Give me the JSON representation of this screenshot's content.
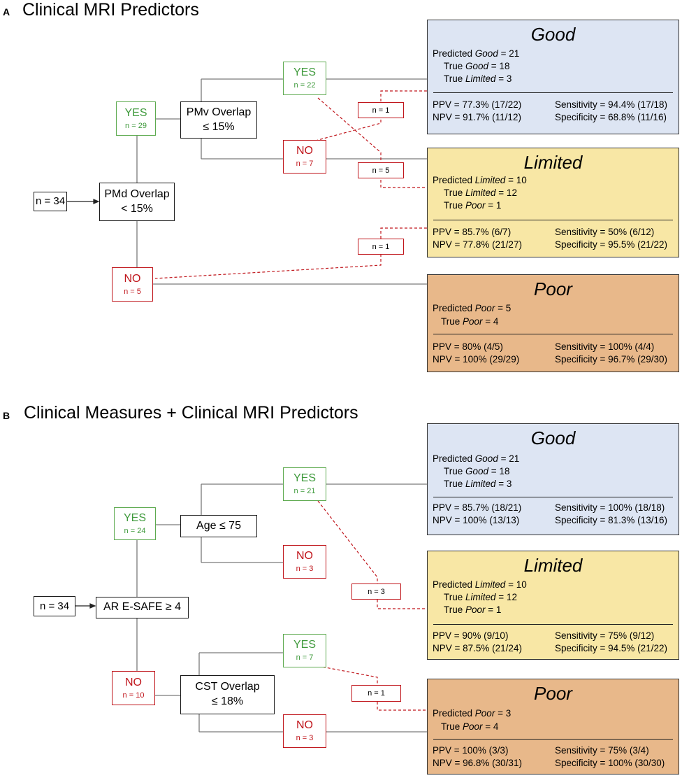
{
  "panels": [
    {
      "letter": "A",
      "title": "Clinical MRI Predictors",
      "start": "n = 34",
      "root": [
        "PMd Overlap",
        "< 15%"
      ],
      "branch_node": [
        "PMv Overlap",
        "≤ 15%"
      ],
      "yes1": {
        "label": "YES",
        "n": "n = 29"
      },
      "yes2": {
        "label": "YES",
        "n": "n = 22"
      },
      "no2": {
        "label": "NO",
        "n": "n = 7"
      },
      "no1": {
        "label": "NO",
        "n": "n = 5"
      },
      "miss": [
        "n = 1",
        "n = 5",
        "n = 1"
      ],
      "outcomes": [
        {
          "title": "Good",
          "predicted": "Predicted Good = 21",
          "trues": [
            "True Good = 18",
            "True Limited = 3"
          ],
          "ppv": "PPV = 77.3% (17/22)",
          "npv": "NPV = 91.7% (11/12)",
          "sens": "Sensitivity = 94.4% (17/18)",
          "spec": "Specificity = 68.8% (11/16)"
        },
        {
          "title": "Limited",
          "predicted": "Predicted Limited = 10",
          "trues": [
            "True Limited = 12",
            "True Poor = 1"
          ],
          "ppv": "PPV = 85.7% (6/7)",
          "npv": "NPV = 77.8% (21/27)",
          "sens": "Sensitivity = 50% (6/12)",
          "spec": "Specificity = 95.5% (21/22)"
        },
        {
          "title": "Poor",
          "predicted": "Predicted Poor = 5",
          "trues": [
            "True Poor = 4"
          ],
          "ppv": "PPV = 80% (4/5)",
          "npv": "NPV = 100% (29/29)",
          "sens": "Sensitivity = 100% (4/4)",
          "spec": "Specificity = 96.7% (29/30)"
        }
      ]
    },
    {
      "letter": "B",
      "title": "Clinical Measures + Clinical MRI Predictors",
      "start": "n = 34",
      "root": [
        "AR E-SAFE ≥ 4"
      ],
      "branch_node": [
        "Age ≤ 75"
      ],
      "branch_node2": [
        "CST Overlap",
        "≤ 18%"
      ],
      "yes1": {
        "label": "YES",
        "n": "n = 24"
      },
      "yes2": {
        "label": "YES",
        "n": "n = 21"
      },
      "no2": {
        "label": "NO",
        "n": "n = 3"
      },
      "no1": {
        "label": "NO",
        "n": "n = 10"
      },
      "yes3": {
        "label": "YES",
        "n": "n = 7"
      },
      "no3": {
        "label": "NO",
        "n": "n = 3"
      },
      "miss": [
        "n = 3",
        "n = 1"
      ],
      "outcomes": [
        {
          "title": "Good",
          "predicted": "Predicted Good = 21",
          "trues": [
            "True Good = 18",
            "True Limited = 3"
          ],
          "ppv": "PPV = 85.7% (18/21)",
          "npv": "NPV = 100% (13/13)",
          "sens": "Sensitivity = 100% (18/18)",
          "spec": "Specificity = 81.3% (13/16)"
        },
        {
          "title": "Limited",
          "predicted": "Predicted Limited = 10",
          "trues": [
            "True Limited = 12",
            "True Poor = 1"
          ],
          "ppv": "PPV = 90% (9/10)",
          "npv": "NPV = 87.5% (21/24)",
          "sens": "Sensitivity = 75% (9/12)",
          "spec": "Specificity = 94.5% (21/22)"
        },
        {
          "title": "Poor",
          "predicted": "Predicted Poor = 3",
          "trues": [
            "True Poor = 4"
          ],
          "ppv": "PPV = 100% (3/3)",
          "npv": "NPV = 96.8% (30/31)",
          "sens": "Sensitivity = 75% (3/4)",
          "spec": "Specificity = 100% (30/30)"
        }
      ]
    }
  ],
  "colors": {
    "yes": "#3f9a3c",
    "no": "#c0161c",
    "good": "#dde5f3",
    "limited": "#f8e7a5",
    "poor": "#e8b88a"
  }
}
